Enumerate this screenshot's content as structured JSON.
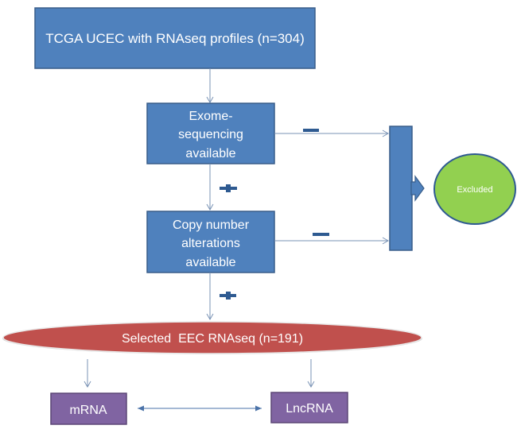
{
  "diagram": {
    "type": "flowchart",
    "nodes": {
      "source": {
        "label": "TCGA UCEC with RNAseq profiles (n=304)"
      },
      "exome": {
        "lines": [
          "Exome-",
          "sequencing",
          "available"
        ]
      },
      "cna": {
        "lines": [
          "Copy number",
          "alterations",
          "available"
        ]
      },
      "excluded": {
        "label": "Excluded"
      },
      "selected": {
        "label": "Selected  EEC RNAseq (n=191)"
      },
      "mrna": {
        "label": "mRNA"
      },
      "lncrna": {
        "label": "LncRNA"
      }
    },
    "edge_signs": {
      "exome_yes": "+",
      "exome_no": "−",
      "cna_yes": "+",
      "cna_no": "−"
    },
    "colors": {
      "process_fill": "#4f81bd",
      "process_border": "#385d8a",
      "excluded_fill": "#92d050",
      "selected_fill": "#c0504d",
      "output_fill": "#8064a2",
      "output_border": "#5c4776",
      "connector": "#7a93b5",
      "sign": "#2e5a91"
    }
  }
}
